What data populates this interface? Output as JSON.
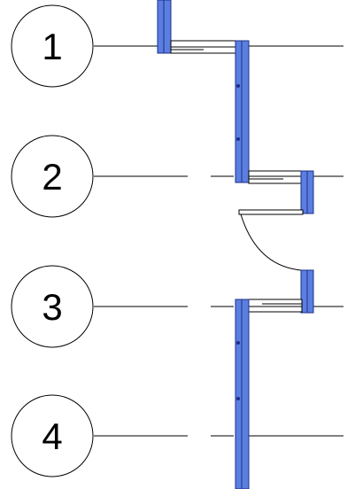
{
  "grid": {
    "bubbles": [
      {
        "label": "1"
      },
      {
        "label": "2"
      },
      {
        "label": "3"
      },
      {
        "label": "4"
      }
    ]
  },
  "colors": {
    "wall_fill": "#5b7fe0",
    "wall_outline": "#1d2f8a",
    "line": "#000000",
    "background": "#ffffff"
  }
}
